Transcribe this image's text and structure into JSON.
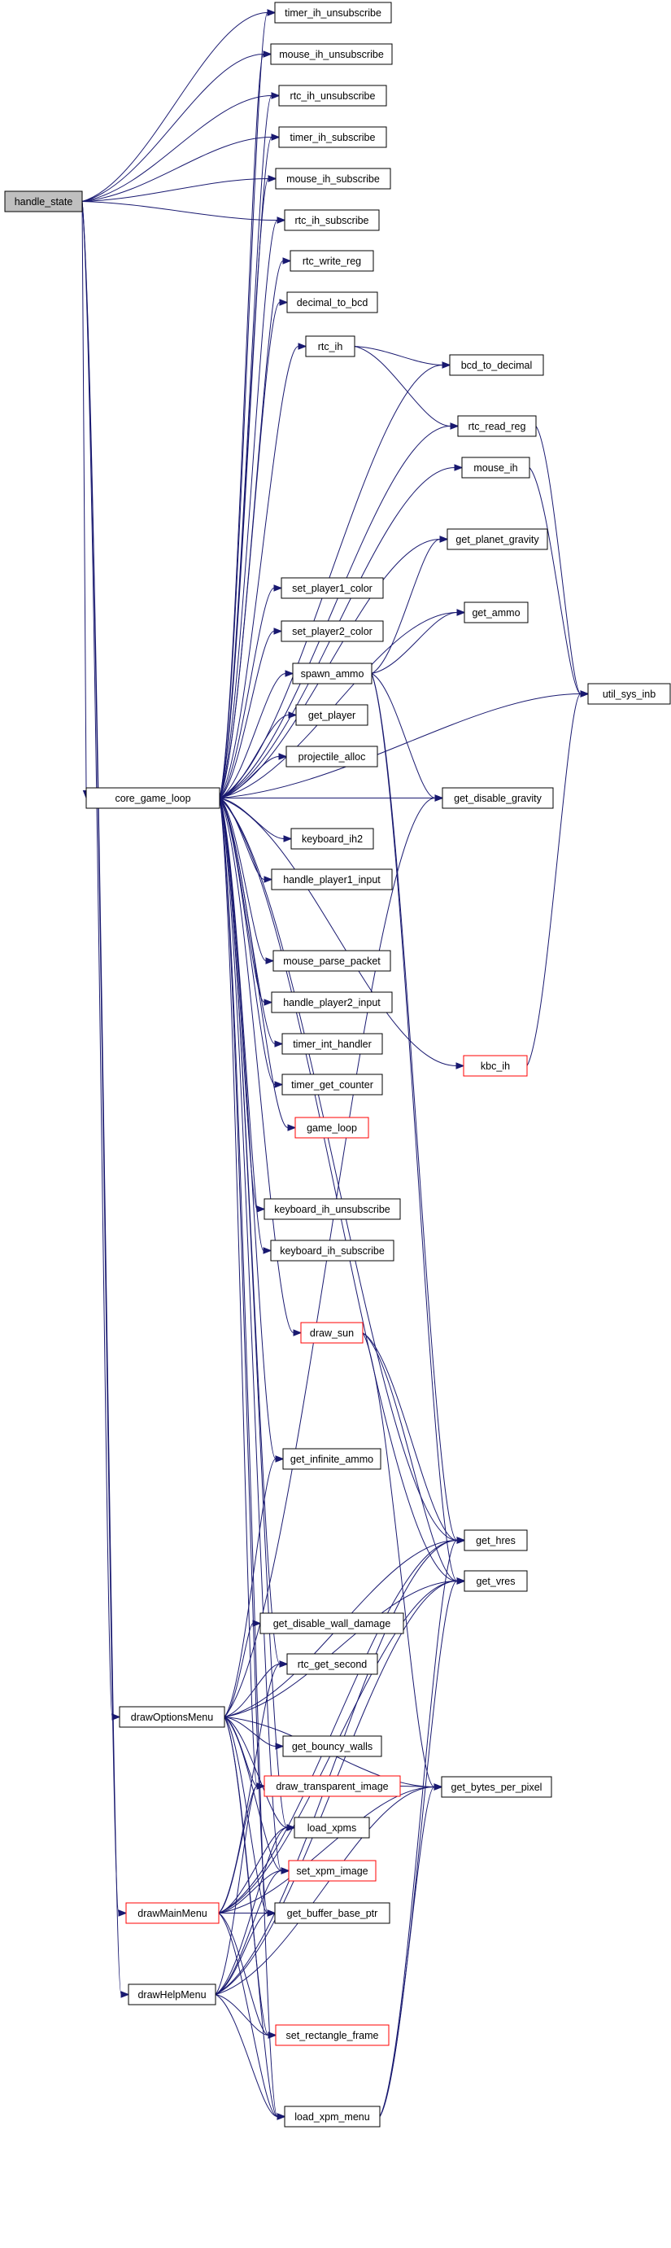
{
  "colors": {
    "edge": "#191970",
    "root_fill": "#bfbfbf",
    "normal_border": "#000000",
    "truncated_border": "#ff0000",
    "node_fill": "#ffffff"
  },
  "nodes": [
    {
      "id": "handle_state",
      "label": "handle_state",
      "style": "root"
    },
    {
      "id": "timer_ih_unsubscribe",
      "label": "timer_ih_unsubscribe",
      "style": "normal"
    },
    {
      "id": "mouse_ih_unsubscribe",
      "label": "mouse_ih_unsubscribe",
      "style": "normal"
    },
    {
      "id": "rtc_ih_unsubscribe",
      "label": "rtc_ih_unsubscribe",
      "style": "normal"
    },
    {
      "id": "timer_ih_subscribe",
      "label": "timer_ih_subscribe",
      "style": "normal"
    },
    {
      "id": "mouse_ih_subscribe",
      "label": "mouse_ih_subscribe",
      "style": "normal"
    },
    {
      "id": "rtc_ih_subscribe",
      "label": "rtc_ih_subscribe",
      "style": "normal"
    },
    {
      "id": "rtc_write_reg",
      "label": "rtc_write_reg",
      "style": "normal"
    },
    {
      "id": "decimal_to_bcd",
      "label": "decimal_to_bcd",
      "style": "normal"
    },
    {
      "id": "bcd_to_decimal",
      "label": "bcd_to_decimal",
      "style": "normal"
    },
    {
      "id": "rtc_ih",
      "label": "rtc_ih",
      "style": "normal"
    },
    {
      "id": "rtc_read_reg",
      "label": "rtc_read_reg",
      "style": "normal"
    },
    {
      "id": "mouse_ih",
      "label": "mouse_ih",
      "style": "normal"
    },
    {
      "id": "get_planet_gravity",
      "label": "get_planet_gravity",
      "style": "normal"
    },
    {
      "id": "set_player1_color",
      "label": "set_player1_color",
      "style": "normal"
    },
    {
      "id": "get_ammo",
      "label": "get_ammo",
      "style": "normal"
    },
    {
      "id": "set_player2_color",
      "label": "set_player2_color",
      "style": "normal"
    },
    {
      "id": "spawn_ammo",
      "label": "spawn_ammo",
      "style": "normal"
    },
    {
      "id": "util_sys_inb",
      "label": "util_sys_inb",
      "style": "normal"
    },
    {
      "id": "get_player",
      "label": "get_player",
      "style": "normal"
    },
    {
      "id": "projectile_alloc",
      "label": "projectile_alloc",
      "style": "normal"
    },
    {
      "id": "core_game_loop",
      "label": "core_game_loop",
      "style": "normal"
    },
    {
      "id": "get_disable_gravity",
      "label": "get_disable_gravity",
      "style": "normal"
    },
    {
      "id": "keyboard_ih2",
      "label": "keyboard_ih2",
      "style": "normal"
    },
    {
      "id": "handle_player1_input",
      "label": "handle_player1_input",
      "style": "normal"
    },
    {
      "id": "mouse_parse_packet",
      "label": "mouse_parse_packet",
      "style": "normal"
    },
    {
      "id": "handle_player2_input",
      "label": "handle_player2_input",
      "style": "normal"
    },
    {
      "id": "timer_int_handler",
      "label": "timer_int_handler",
      "style": "normal"
    },
    {
      "id": "kbc_ih",
      "label": "kbc_ih",
      "style": "truncated"
    },
    {
      "id": "timer_get_counter",
      "label": "timer_get_counter",
      "style": "normal"
    },
    {
      "id": "game_loop",
      "label": "game_loop",
      "style": "truncated"
    },
    {
      "id": "keyboard_ih_unsubscribe",
      "label": "keyboard_ih_unsubscribe",
      "style": "normal"
    },
    {
      "id": "keyboard_ih_subscribe",
      "label": "keyboard_ih_subscribe",
      "style": "normal"
    },
    {
      "id": "draw_sun",
      "label": "draw_sun",
      "style": "truncated"
    },
    {
      "id": "get_infinite_ammo",
      "label": "get_infinite_ammo",
      "style": "normal"
    },
    {
      "id": "get_hres",
      "label": "get_hres",
      "style": "normal"
    },
    {
      "id": "get_vres",
      "label": "get_vres",
      "style": "normal"
    },
    {
      "id": "get_disable_wall_damage",
      "label": "get_disable_wall_damage",
      "style": "normal"
    },
    {
      "id": "rtc_get_second",
      "label": "rtc_get_second",
      "style": "normal"
    },
    {
      "id": "drawOptionsMenu",
      "label": "drawOptionsMenu",
      "style": "normal"
    },
    {
      "id": "get_bouncy_walls",
      "label": "get_bouncy_walls",
      "style": "normal"
    },
    {
      "id": "draw_transparent_image",
      "label": "draw_transparent_image",
      "style": "truncated"
    },
    {
      "id": "get_bytes_per_pixel",
      "label": "get_bytes_per_pixel",
      "style": "normal"
    },
    {
      "id": "load_xpms",
      "label": "load_xpms",
      "style": "normal"
    },
    {
      "id": "set_xpm_image",
      "label": "set_xpm_image",
      "style": "truncated"
    },
    {
      "id": "drawMainMenu",
      "label": "drawMainMenu",
      "style": "truncated"
    },
    {
      "id": "get_buffer_base_ptr",
      "label": "get_buffer_base_ptr",
      "style": "normal"
    },
    {
      "id": "drawHelpMenu",
      "label": "drawHelpMenu",
      "style": "normal"
    },
    {
      "id": "set_rectangle_frame",
      "label": "set_rectangle_frame",
      "style": "truncated"
    },
    {
      "id": "load_xpm_menu",
      "label": "load_xpm_menu",
      "style": "normal"
    }
  ],
  "edges": [
    [
      "handle_state",
      "timer_ih_unsubscribe"
    ],
    [
      "handle_state",
      "mouse_ih_unsubscribe"
    ],
    [
      "handle_state",
      "rtc_ih_unsubscribe"
    ],
    [
      "handle_state",
      "timer_ih_subscribe"
    ],
    [
      "handle_state",
      "mouse_ih_subscribe"
    ],
    [
      "handle_state",
      "rtc_ih_subscribe"
    ],
    [
      "handle_state",
      "core_game_loop"
    ],
    [
      "handle_state",
      "drawOptionsMenu"
    ],
    [
      "handle_state",
      "drawMainMenu"
    ],
    [
      "handle_state",
      "drawHelpMenu"
    ],
    [
      "core_game_loop",
      "timer_ih_unsubscribe"
    ],
    [
      "core_game_loop",
      "mouse_ih_unsubscribe"
    ],
    [
      "core_game_loop",
      "rtc_ih_unsubscribe"
    ],
    [
      "core_game_loop",
      "timer_ih_subscribe"
    ],
    [
      "core_game_loop",
      "mouse_ih_subscribe"
    ],
    [
      "core_game_loop",
      "rtc_ih_subscribe"
    ],
    [
      "core_game_loop",
      "rtc_write_reg"
    ],
    [
      "core_game_loop",
      "decimal_to_bcd"
    ],
    [
      "core_game_loop",
      "bcd_to_decimal"
    ],
    [
      "core_game_loop",
      "rtc_ih"
    ],
    [
      "core_game_loop",
      "rtc_read_reg"
    ],
    [
      "core_game_loop",
      "mouse_ih"
    ],
    [
      "core_game_loop",
      "get_planet_gravity"
    ],
    [
      "core_game_loop",
      "set_player1_color"
    ],
    [
      "core_game_loop",
      "get_ammo"
    ],
    [
      "core_game_loop",
      "set_player2_color"
    ],
    [
      "core_game_loop",
      "spawn_ammo"
    ],
    [
      "core_game_loop",
      "get_player"
    ],
    [
      "core_game_loop",
      "projectile_alloc"
    ],
    [
      "core_game_loop",
      "get_disable_gravity"
    ],
    [
      "core_game_loop",
      "util_sys_inb"
    ],
    [
      "core_game_loop",
      "keyboard_ih2"
    ],
    [
      "core_game_loop",
      "handle_player1_input"
    ],
    [
      "core_game_loop",
      "mouse_parse_packet"
    ],
    [
      "core_game_loop",
      "handle_player2_input"
    ],
    [
      "core_game_loop",
      "timer_int_handler"
    ],
    [
      "core_game_loop",
      "timer_get_counter"
    ],
    [
      "core_game_loop",
      "game_loop"
    ],
    [
      "core_game_loop",
      "kbc_ih"
    ],
    [
      "core_game_loop",
      "keyboard_ih_unsubscribe"
    ],
    [
      "core_game_loop",
      "keyboard_ih_subscribe"
    ],
    [
      "core_game_loop",
      "draw_sun"
    ],
    [
      "core_game_loop",
      "get_infinite_ammo"
    ],
    [
      "core_game_loop",
      "get_hres"
    ],
    [
      "core_game_loop",
      "get_vres"
    ],
    [
      "core_game_loop",
      "rtc_get_second"
    ],
    [
      "core_game_loop",
      "draw_transparent_image"
    ],
    [
      "core_game_loop",
      "load_xpms"
    ],
    [
      "core_game_loop",
      "set_xpm_image"
    ],
    [
      "core_game_loop",
      "get_buffer_base_ptr"
    ],
    [
      "core_game_loop",
      "load_xpm_menu"
    ],
    [
      "rtc_ih",
      "bcd_to_decimal"
    ],
    [
      "rtc_ih",
      "rtc_read_reg"
    ],
    [
      "rtc_read_reg",
      "util_sys_inb"
    ],
    [
      "mouse_ih",
      "util_sys_inb"
    ],
    [
      "spawn_ammo",
      "get_planet_gravity"
    ],
    [
      "spawn_ammo",
      "get_ammo"
    ],
    [
      "spawn_ammo",
      "get_disable_gravity"
    ],
    [
      "spawn_ammo",
      "get_hres"
    ],
    [
      "spawn_ammo",
      "get_vres"
    ],
    [
      "kbc_ih",
      "util_sys_inb"
    ],
    [
      "draw_sun",
      "get_hres"
    ],
    [
      "draw_sun",
      "get_vres"
    ],
    [
      "draw_sun",
      "get_bytes_per_pixel"
    ],
    [
      "draw_transparent_image",
      "get_bytes_per_pixel"
    ],
    [
      "drawOptionsMenu",
      "get_disable_gravity"
    ],
    [
      "drawOptionsMenu",
      "get_infinite_ammo"
    ],
    [
      "drawOptionsMenu",
      "get_hres"
    ],
    [
      "drawOptionsMenu",
      "get_vres"
    ],
    [
      "drawOptionsMenu",
      "get_disable_wall_damage"
    ],
    [
      "drawOptionsMenu",
      "rtc_get_second"
    ],
    [
      "drawOptionsMenu",
      "get_bouncy_walls"
    ],
    [
      "drawOptionsMenu",
      "draw_transparent_image"
    ],
    [
      "drawOptionsMenu",
      "get_bytes_per_pixel"
    ],
    [
      "drawOptionsMenu",
      "load_xpms"
    ],
    [
      "drawOptionsMenu",
      "set_xpm_image"
    ],
    [
      "drawOptionsMenu",
      "get_buffer_base_ptr"
    ],
    [
      "drawOptionsMenu",
      "set_rectangle_frame"
    ],
    [
      "drawOptionsMenu",
      "load_xpm_menu"
    ],
    [
      "drawMainMenu",
      "rtc_get_second"
    ],
    [
      "drawMainMenu",
      "draw_transparent_image"
    ],
    [
      "drawMainMenu",
      "load_xpms"
    ],
    [
      "drawMainMenu",
      "set_xpm_image"
    ],
    [
      "drawMainMenu",
      "get_buffer_base_ptr"
    ],
    [
      "drawMainMenu",
      "set_rectangle_frame"
    ],
    [
      "drawMainMenu",
      "load_xpm_menu"
    ],
    [
      "drawMainMenu",
      "get_hres"
    ],
    [
      "drawMainMenu",
      "get_vres"
    ],
    [
      "drawMainMenu",
      "get_bytes_per_pixel"
    ],
    [
      "drawHelpMenu",
      "draw_transparent_image"
    ],
    [
      "drawHelpMenu",
      "load_xpms"
    ],
    [
      "drawHelpMenu",
      "set_xpm_image"
    ],
    [
      "drawHelpMenu",
      "get_buffer_base_ptr"
    ],
    [
      "drawHelpMenu",
      "set_rectangle_frame"
    ],
    [
      "drawHelpMenu",
      "load_xpm_menu"
    ],
    [
      "drawHelpMenu",
      "get_hres"
    ],
    [
      "drawHelpMenu",
      "get_vres"
    ],
    [
      "drawHelpMenu",
      "get_bytes_per_pixel"
    ],
    [
      "load_xpm_menu",
      "get_hres"
    ],
    [
      "load_xpm_menu",
      "get_vres"
    ],
    [
      "load_xpm_menu",
      "get_bytes_per_pixel"
    ]
  ]
}
